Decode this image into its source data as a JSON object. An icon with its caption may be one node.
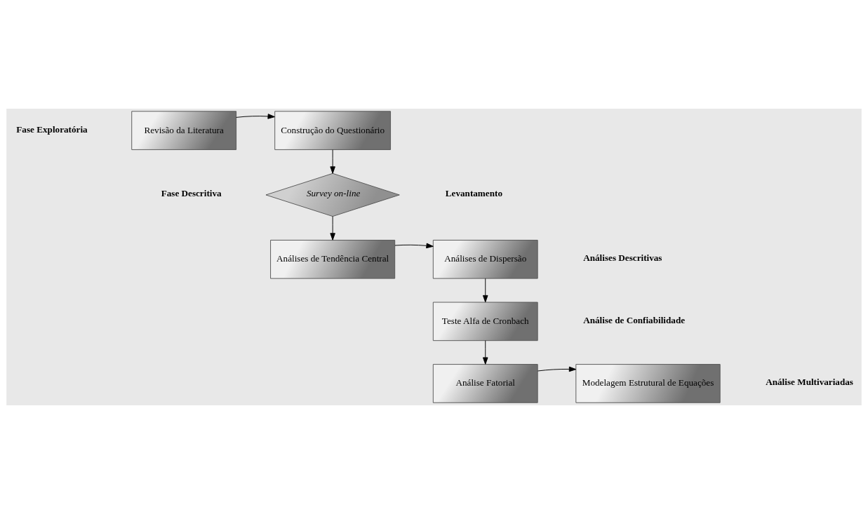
{
  "diagram": {
    "nodes": [
      {
        "text": [
          "Revisão da Literatura"
        ]
      },
      {
        "text": [
          "Construção do Questionário"
        ]
      },
      {
        "text": [
          "Survey on-line"
        ]
      },
      {
        "text": [
          "Análises de Tendência Central"
        ]
      },
      {
        "text": [
          "Análises de Dispersão"
        ]
      },
      {
        "text": [
          "Teste Alfa de Cronbach"
        ]
      },
      {
        "text": [
          "Análise Fatorial"
        ]
      },
      {
        "text": [
          "Modelagem Estrutural de Equações"
        ]
      }
    ],
    "edges": [
      {
        "from": 0,
        "to": 1,
        "arrow": "to"
      },
      {
        "from": 1,
        "to": 2,
        "arrow": "to"
      },
      {
        "from": 2,
        "to": 3,
        "arrow": "to"
      },
      {
        "from": 3,
        "to": 4,
        "arrow": "to"
      },
      {
        "from": 4,
        "to": 5,
        "arrow": "to"
      },
      {
        "from": 5,
        "to": 6,
        "arrow": "to"
      },
      {
        "from": 6,
        "to": 7,
        "arrow": "to"
      }
    ],
    "labels": [
      "Fase Exploratória",
      "Fase Descritiva",
      "Levantamento",
      "Análises Descritivas",
      "Análise de Confiabilidade",
      "Análise Multivariadas"
    ]
  }
}
